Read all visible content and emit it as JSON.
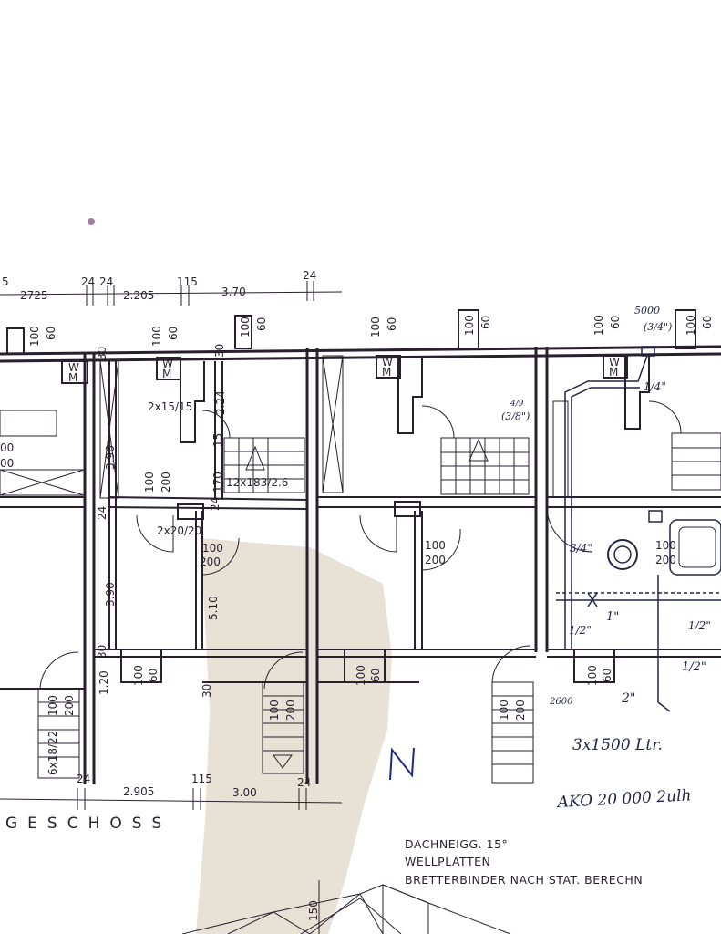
{
  "drawing": {
    "title": "GESCHOSS",
    "dims_top": [
      "2725",
      "24",
      "24",
      "2.205",
      "115",
      "3.70",
      "24",
      "5"
    ],
    "dims_bottom": [
      "24",
      "2.905",
      "115",
      "3.00",
      "24"
    ],
    "window_labels": [
      "100",
      "60"
    ],
    "door_labels": [
      "100",
      "200"
    ],
    "room_dims": [
      "2x15/15",
      "2.24",
      "3.96",
      "15",
      "170",
      "12x183/2.6",
      "2x20/20",
      "24",
      "3.90",
      "5.10",
      "1.20",
      "30",
      "30",
      "30",
      "6x18/22",
      "00",
      "00"
    ],
    "wm": "W\nM",
    "handwritten": {
      "pipe_5000": "5000",
      "pipe_3_4": "(3/4\")",
      "pipe_1_4": "1/4\"",
      "pipe_3_8": "(3/8\")",
      "pipe_4": "4/9",
      "bend_3_4": "3/4\"",
      "pipe_1": "1\"",
      "pipe_half": "1/2\"",
      "pipe_half_2": "1/2\"",
      "pipe_2": "2\"",
      "pipe_half_3": "1/2\"",
      "mark_2600": "2600",
      "tank": "3x1500 Ltr.",
      "ako": "AKO 20 000 2ulh"
    },
    "notes": [
      "DACHNEIGG. 15°",
      "WELLPLATTEN",
      "BRETTERBINDER NACH STAT. BERECHN"
    ],
    "roof_label": "150"
  }
}
